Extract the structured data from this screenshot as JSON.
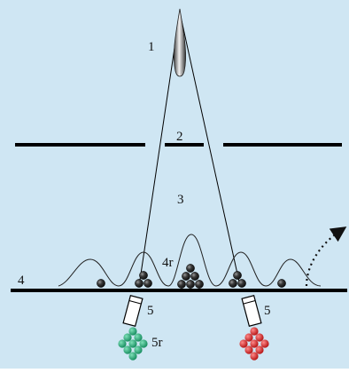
{
  "labels": {
    "source": "1",
    "slit_plate": "2",
    "region": "3",
    "wave_label": "4r",
    "screen": "4",
    "detector_left": "5",
    "detector_right": "5",
    "cluster_label": "5r"
  },
  "colors": {
    "background": "#cfe6f3",
    "line": "#000000",
    "wave": "#222222",
    "ball": "#2a2a2a",
    "cluster_green": "#1f9a6b",
    "cluster_red": "#d01818"
  }
}
